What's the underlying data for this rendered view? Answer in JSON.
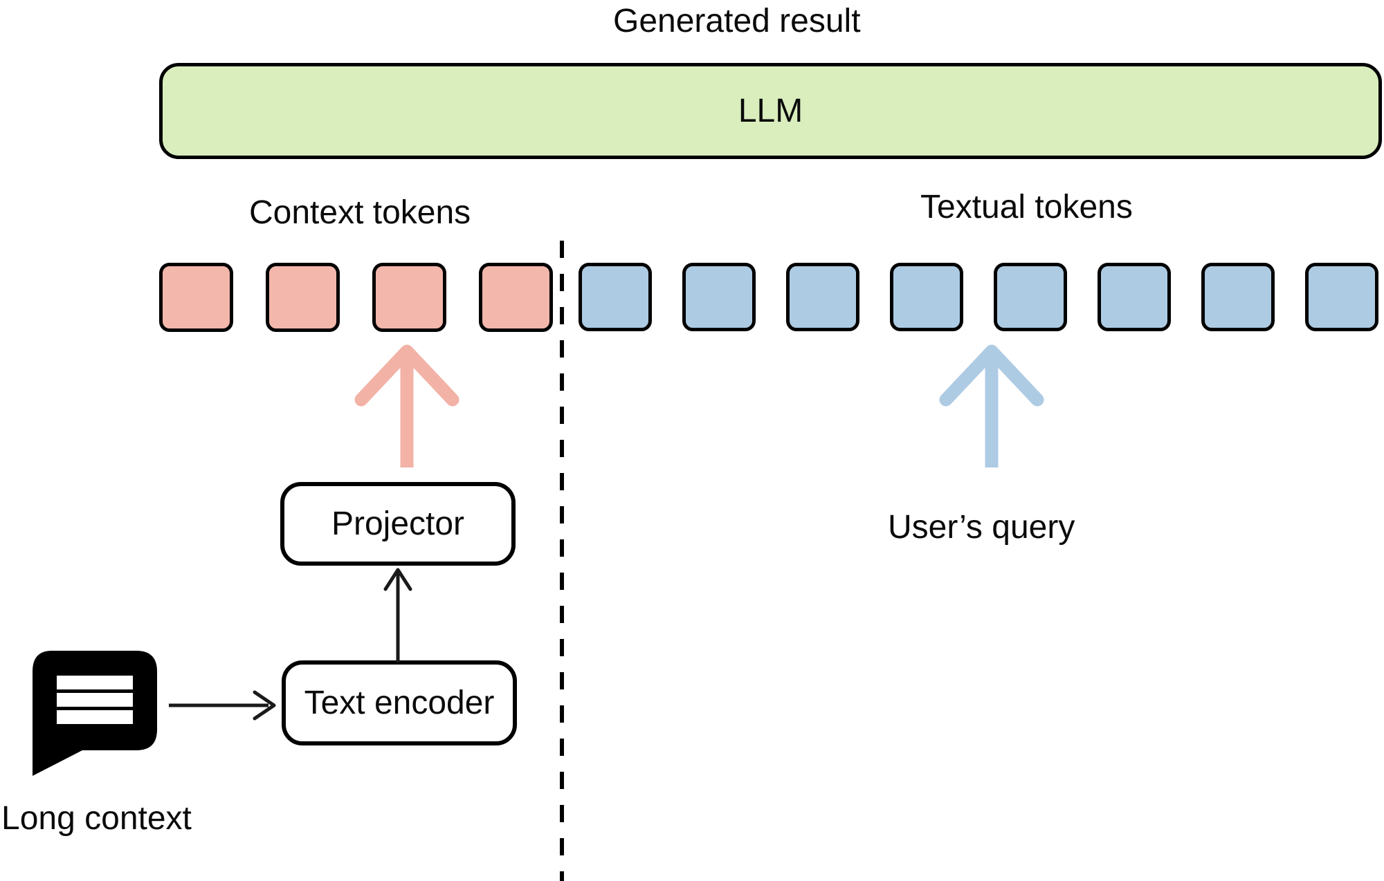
{
  "diagram": {
    "generated_result_label": "Generated result",
    "llm_box": {
      "label": "LLM",
      "fill_color": "#d9edbd"
    },
    "context_tokens": {
      "label": "Context tokens",
      "count": 4,
      "fill_color": "#f3b7ab"
    },
    "textual_tokens": {
      "label": "Textual tokens",
      "count": 8,
      "fill_color": "#adcbe3"
    },
    "context_arrow_color": "#f3b2a6",
    "query_arrow_color": "#aecbe4",
    "users_query_label": "User’s query",
    "projector_box": {
      "label": "Projector"
    },
    "text_encoder_box": {
      "label": "Text encoder"
    },
    "long_context_label": "Long context",
    "divider_color": "#000000",
    "outline_color": "#000000"
  }
}
